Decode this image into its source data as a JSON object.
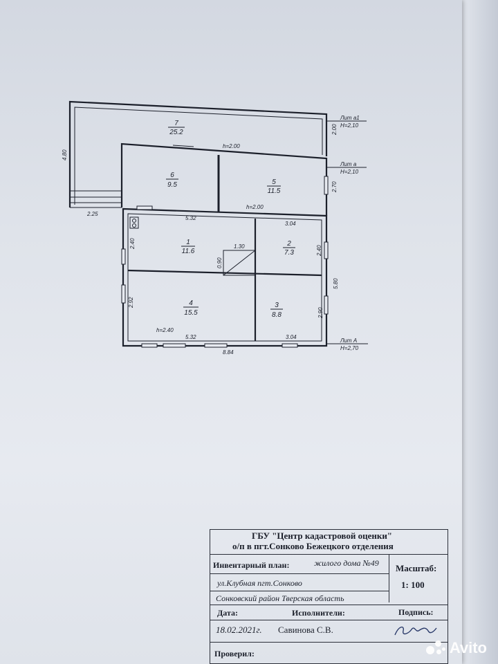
{
  "plan": {
    "rooms": [
      {
        "id": "7",
        "area": "25.2"
      },
      {
        "id": "6",
        "area": "9.5"
      },
      {
        "id": "5",
        "area": "11.5"
      },
      {
        "id": "1",
        "area": "11.6"
      },
      {
        "id": "2",
        "area": "7.3"
      },
      {
        "id": "4",
        "area": "15.5"
      },
      {
        "id": "3",
        "area": "8.8"
      }
    ],
    "dimensions": {
      "d_4_80": "4.80",
      "d_2_25": "2.25",
      "d_2_00": "2.00",
      "d_2_70": "2.70",
      "d_5_32_top": "5.32",
      "d_3_04_top": "3.04",
      "d_2_40_left": "2.40",
      "d_1_30": "1.30",
      "d_0_90": "0.90",
      "d_2_40_right": "2.40",
      "d_5_80": "5.80",
      "d_2_92": "2.92",
      "d_2_90": "2.90",
      "d_5_32_bottom": "5.32",
      "d_3_04_bottom": "3.04",
      "d_8_84": "8.84"
    },
    "heights": {
      "h_top": "h=2.00",
      "h_mid": "h=2.00",
      "h_bottom": "h=2.40"
    },
    "liters": {
      "a1_name": "Лит а1",
      "a1_h": "Н=2,10",
      "a_name": "Лит а",
      "a_h": "Н=2,10",
      "A_name": "Лит А",
      "A_h": "Н=2,70"
    }
  },
  "stamp": {
    "org_line1": "ГБУ \"Центр кадастровой оценки\"",
    "org_line2": "о/п в пгт.Сонково Бежецкого отделения",
    "plan_label": "Инвентарный план:",
    "plan_value": "жилого дома №49",
    "scale_label": "Масштаб:",
    "scale_value": "1: 100",
    "address": "ул.Клубная пгт.Сонково",
    "region": "Сонковский район Тверская область",
    "date_label": "Дата:",
    "executors_label": "Исполнители:",
    "signature_label": "Подпись:",
    "date_value": "18.02.2021г.",
    "executor_value": "Савинова С.В.",
    "checked_label": "Проверил:"
  },
  "watermark": {
    "text": "Avito"
  }
}
